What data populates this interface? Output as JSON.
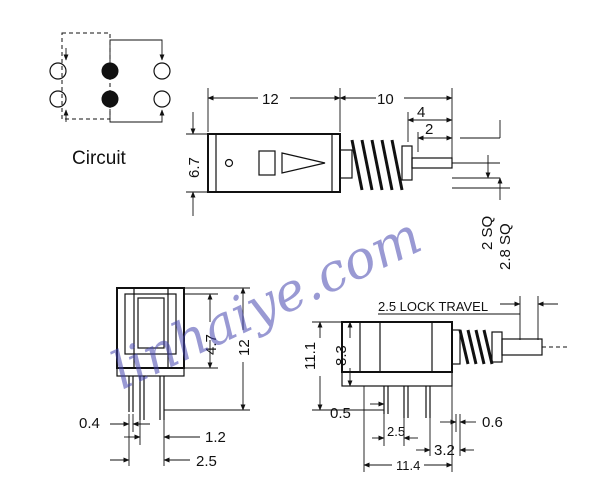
{
  "circuit": {
    "label": "Circuit"
  },
  "top_view": {
    "dims": {
      "body_length": "12",
      "plunger_length": "10",
      "shaft_4": "4",
      "shaft_2": "2",
      "body_height": "6.7"
    },
    "terminal_sizes": [
      "2 SQ",
      "2.8 SQ"
    ]
  },
  "front_view": {
    "dims": {
      "dim_4_7": "4.7",
      "dim_12": "12",
      "dim_0_4": "0.4",
      "dim_1_2": "1.2",
      "dim_2_5": "2.5"
    }
  },
  "side_view": {
    "lock_travel": "2.5 LOCK TRAVEL",
    "dims": {
      "height_11_1": "11.1",
      "height_8_3": "8.3",
      "dim_0_5": "0.5",
      "pitch_2_5": "2.5",
      "dim_0_6": "0.6",
      "dim_3_2": "3.2",
      "width_11_4": "11.4"
    }
  },
  "watermark": "linhaiye.com"
}
